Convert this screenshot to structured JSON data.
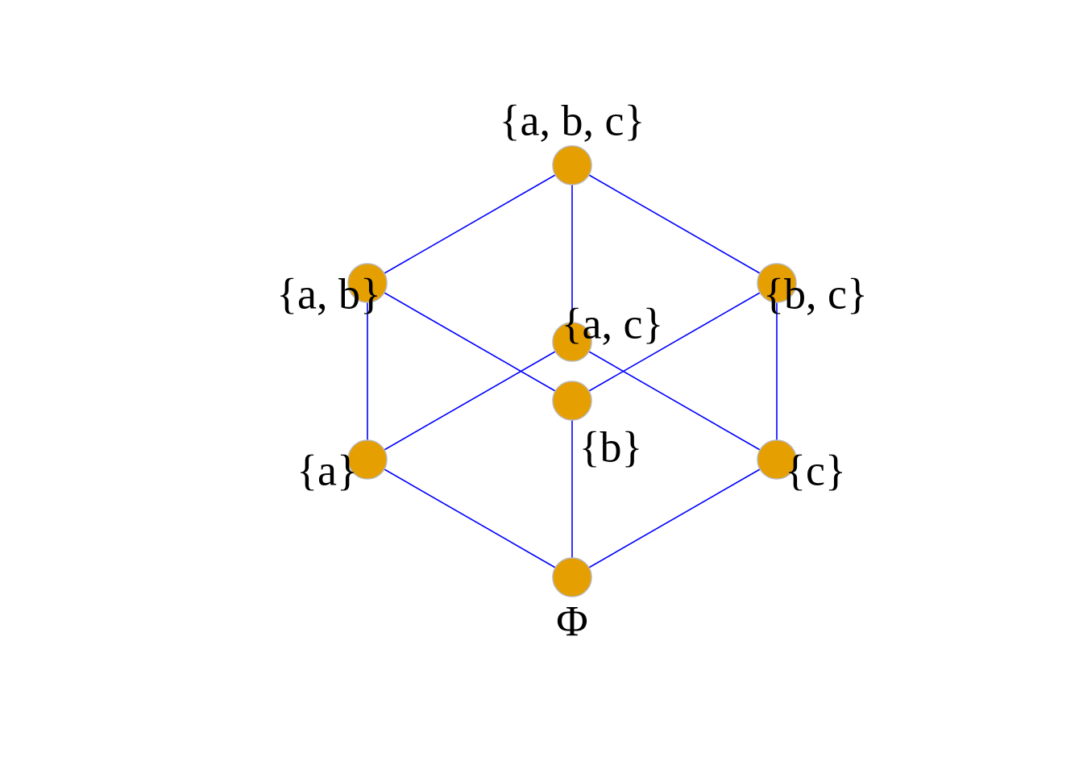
{
  "diagram": {
    "node_color": "#E69F00",
    "edge_color": "#0000FF",
    "nodes": [
      {
        "id": "abc",
        "label": "{a, b, c}"
      },
      {
        "id": "ab",
        "label": "{a, b}"
      },
      {
        "id": "bc",
        "label": "{b, c}"
      },
      {
        "id": "ac",
        "label": "{a, c}"
      },
      {
        "id": "b",
        "label": "{b}"
      },
      {
        "id": "a",
        "label": "{a}"
      },
      {
        "id": "c",
        "label": "{c}"
      },
      {
        "id": "empty",
        "label": "Φ"
      }
    ],
    "edges": [
      [
        "abc",
        "ab"
      ],
      [
        "abc",
        "bc"
      ],
      [
        "abc",
        "ac"
      ],
      [
        "ab",
        "a"
      ],
      [
        "ab",
        "b"
      ],
      [
        "bc",
        "b"
      ],
      [
        "bc",
        "c"
      ],
      [
        "ac",
        "a"
      ],
      [
        "ac",
        "c"
      ],
      [
        "a",
        "empty"
      ],
      [
        "b",
        "empty"
      ],
      [
        "c",
        "empty"
      ]
    ]
  }
}
